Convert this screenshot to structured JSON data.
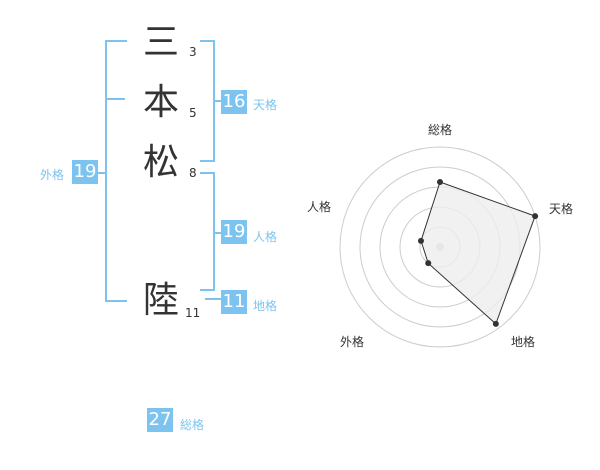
{
  "name_chars": [
    {
      "char": "三",
      "strokes": "3"
    },
    {
      "char": "本",
      "strokes": "5"
    },
    {
      "char": "松",
      "strokes": "8"
    },
    {
      "char": "陸",
      "strokes": "11"
    }
  ],
  "kaku": {
    "tenkaku": {
      "value": "16",
      "label": "天格"
    },
    "jinkaku": {
      "value": "19",
      "label": "人格"
    },
    "chikaku": {
      "value": "11",
      "label": "地格"
    },
    "gaikaku": {
      "value": "19",
      "label": "外格"
    },
    "soukaku": {
      "value": "27",
      "label": "総格"
    }
  },
  "radar": {
    "axes": [
      "総格",
      "天格",
      "地格",
      "外格",
      "人格"
    ],
    "values": [
      0.65,
      1.0,
      0.95,
      0.2,
      0.2
    ],
    "colors": {
      "fill": "#eeeeee",
      "stroke": "#333333",
      "ring": "#cccccc",
      "center": "#c8c8c8"
    }
  }
}
